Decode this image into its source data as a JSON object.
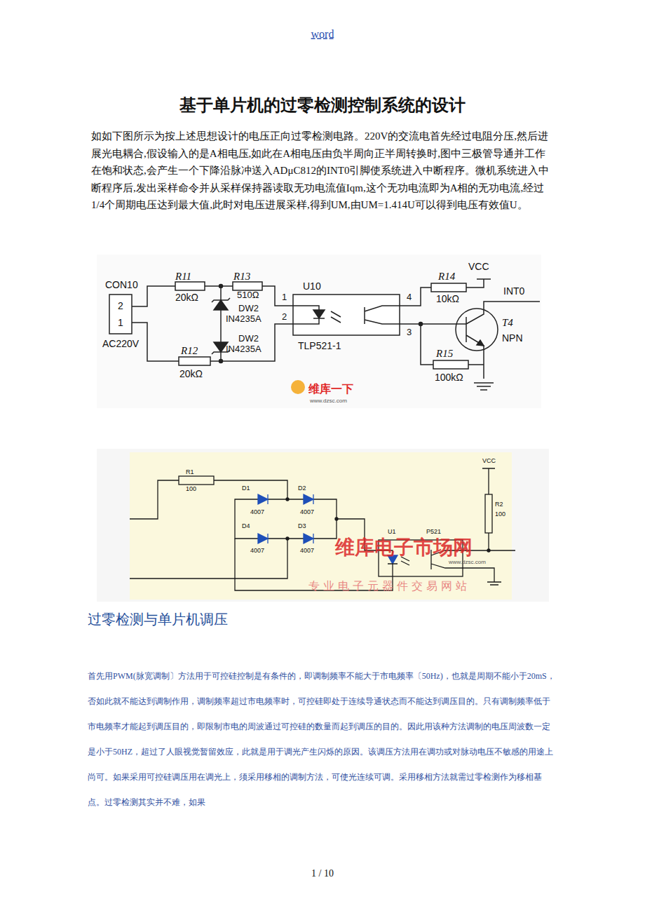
{
  "diagram": {
    "title": "基于单片机的过零检测控制系统的设计",
    "labels": [
      "word",
      "如如下图所示为按上述思想设计的电压正向过零检测电路。220V的交流电首先经过电阻分压,然后进展光电耦合,假设输入的是A相电压,如此在A相电压由负半周向正半周转换时,图中三极管导通并工作在饱和状态,会产生一个下降沿脉冲送入ADμC812的INT0引脚使系统进入中断程序。微机系统进入中断程序后,发出采样命令并从采样保持器读取无功电流值Iqm,这个无功电流即为A相的无功电流,经过1/4个周期电压达到最大值,此时对电压进展采样,得到UM,由UM=1.414U可以得到电压有效值U。",
      "R11",
      "20kΩ",
      "R13",
      "510Ω",
      "CON10",
      "2",
      "1",
      "AC220V",
      "DW2",
      "IN4235A",
      "DW2",
      "IN4235A",
      "R12",
      "20kΩ",
      "U10",
      "1",
      "2",
      "TLP521-1",
      "4",
      "3",
      "R14",
      "VCC",
      "10kΩ",
      "INT0",
      "T4",
      "NPN",
      "R15",
      "100kΩ",
      "维库一下",
      "www.dzsc.com",
      "R1",
      "100",
      "D1",
      "D2",
      "4007",
      "4007",
      "D4",
      "D3",
      "4007",
      "4007",
      "U1",
      "P521",
      "VCC",
      "R2",
      "100",
      "维库电子市场网",
      "www.dzsc.com",
      "专业电子元器件交易网站",
      "过零检测与单片机调压",
      "首先用PWM(脉宽调制〕方法用于可控硅控制是有条件的，即调制频率不能大于市电频率〔50Hz)，也就是周期不能小于20mS，否如此就不能达到调制作用，调制频率超过市电频率时，可控硅即处于连续导通状态而不能达到调压目的。只有调制频率低于市电频率才能起到调压目的，即限制市电的周波通过可控硅的数量而起到调压的目的。因此用该种方法调制的电压周波数一定是小于50HZ，超过了人眼视觉暂留效应，此就是用于调光产生闪烁的原因。该调压方法用在调功或对脉动电压不敏感的用途上尚可。如果采用可控硅调压用在调光上，须采用移相的调制方法，可使光连续可调。采用移相方法就需过零检测作为移相基点。过零检测其实并不难，如果",
      "1 / 10"
    ]
  }
}
